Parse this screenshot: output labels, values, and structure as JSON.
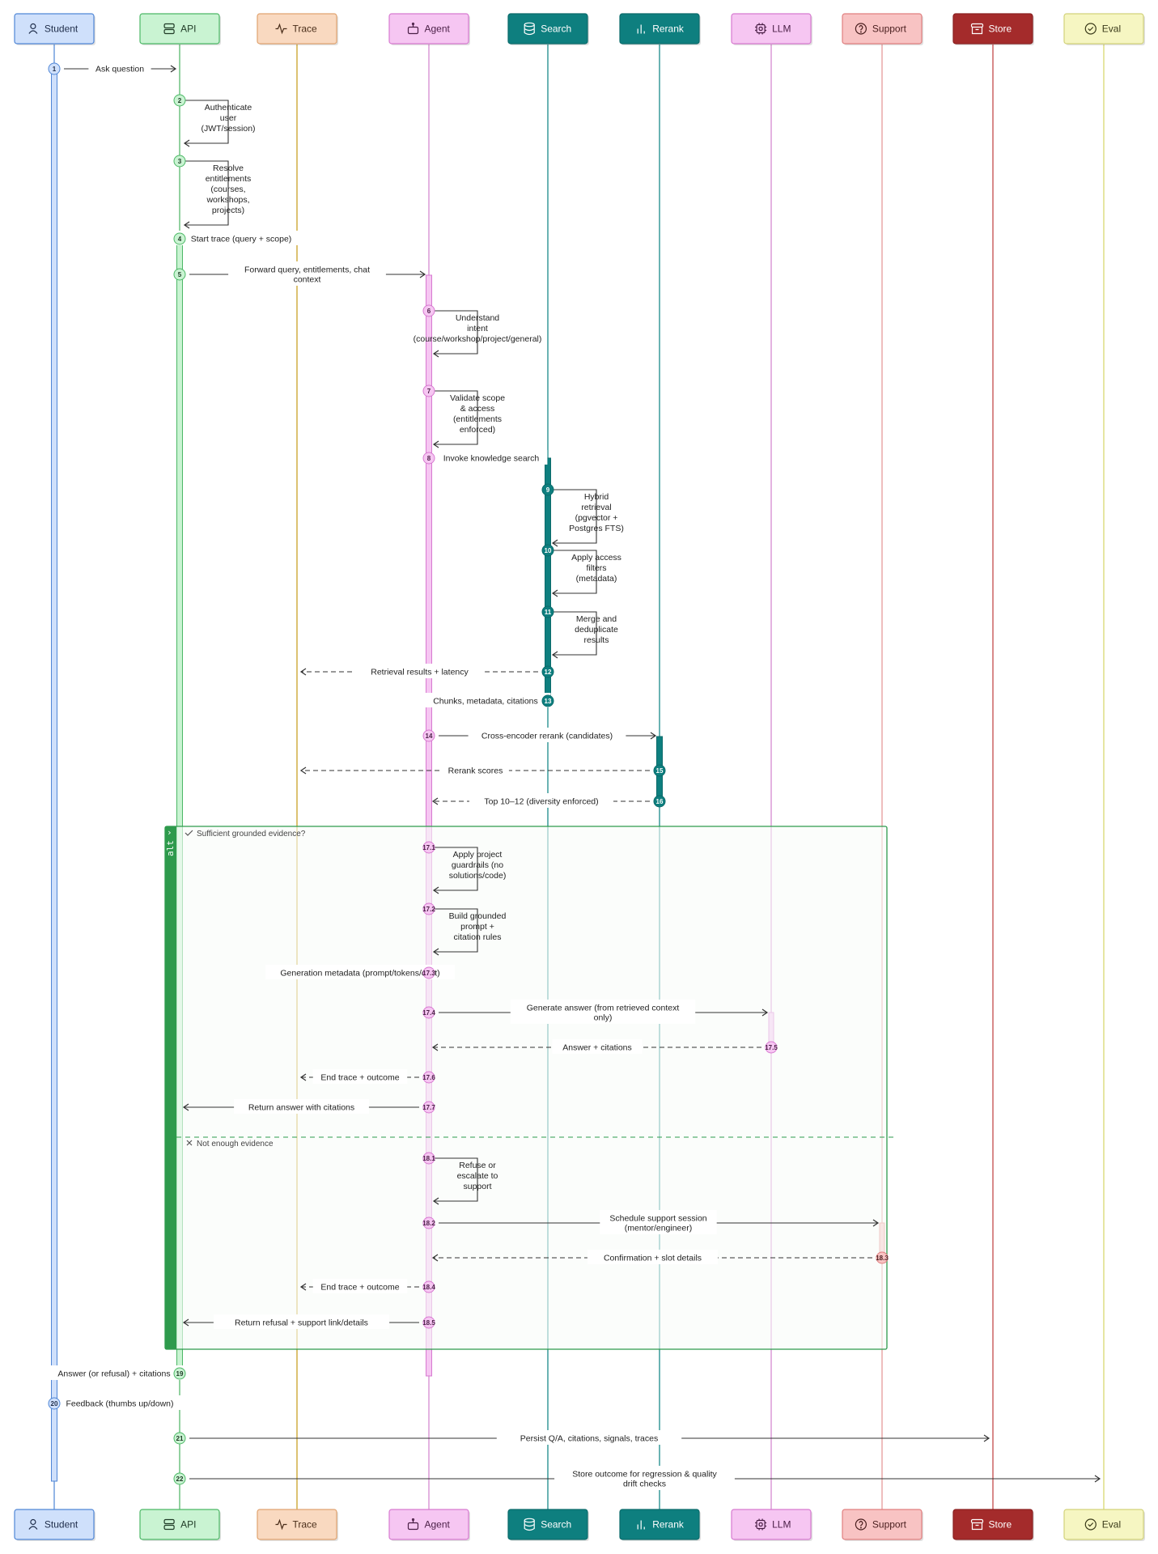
{
  "participants": [
    {
      "id": "student",
      "label": "Student",
      "icon": "user-icon",
      "fill": "#cfe0fb",
      "stroke": "#4f86d6",
      "text": "#1f2d4a",
      "line": "#5b8fd8"
    },
    {
      "id": "api",
      "label": "API",
      "icon": "server-icon",
      "fill": "#c9f3d2",
      "stroke": "#4cb866",
      "text": "#1f3a26",
      "line": "#57b86c"
    },
    {
      "id": "trace",
      "label": "Trace",
      "icon": "activity-icon",
      "fill": "#f9d9c0",
      "stroke": "#e0a36f",
      "text": "#4a2e1a",
      "line": "#c9a227"
    },
    {
      "id": "agent",
      "label": "Agent",
      "icon": "bot-icon",
      "fill": "#f6c6f2",
      "stroke": "#d77ad0",
      "text": "#4a1f46",
      "line": "#d68ad1"
    },
    {
      "id": "search",
      "label": "Search",
      "icon": "database-icon",
      "fill": "#0e7f7f",
      "stroke": "#0b6b6b",
      "text": "#ffffff",
      "line": "#1a8a8a"
    },
    {
      "id": "rerank",
      "label": "Rerank",
      "icon": "bar-chart-icon",
      "fill": "#0e7f7f",
      "stroke": "#0b6b6b",
      "text": "#ffffff",
      "line": "#1a8a8a"
    },
    {
      "id": "llm",
      "label": "LLM",
      "icon": "cpu-icon",
      "fill": "#f6c6f2",
      "stroke": "#d77ad0",
      "text": "#4a1f46",
      "line": "#d68ad1"
    },
    {
      "id": "support",
      "label": "Support",
      "icon": "help-circle-icon",
      "fill": "#f8c3c3",
      "stroke": "#e07f7f",
      "text": "#4a1f1f",
      "line": "#e59a9a"
    },
    {
      "id": "store",
      "label": "Store",
      "icon": "archive-icon",
      "fill": "#a42b2b",
      "stroke": "#8a2020",
      "text": "#ffffff",
      "line": "#c24a4a"
    },
    {
      "id": "eval",
      "label": "Eval",
      "icon": "check-circle-icon",
      "fill": "#f6f6c2",
      "stroke": "#d2d27a",
      "text": "#3a3a1a",
      "line": "#d8d870"
    }
  ],
  "messages": [
    {
      "n": "1",
      "from": "student",
      "to": "api",
      "label": "Ask question",
      "style": "solid"
    },
    {
      "n": "2",
      "from": "api",
      "to": "api",
      "label": "Authenticate user (JWT/session)",
      "style": "self"
    },
    {
      "n": "3",
      "from": "api",
      "to": "api",
      "label": "Resolve entitlements (courses, workshops, projects)",
      "style": "self"
    },
    {
      "n": "4",
      "from": "api",
      "to": "trace",
      "label": "Start trace (query + scope)",
      "style": "async"
    },
    {
      "n": "5",
      "from": "api",
      "to": "agent",
      "label": "Forward query, entitlements, chat context",
      "style": "solid"
    },
    {
      "n": "6",
      "from": "agent",
      "to": "agent",
      "label": "Understand intent (course/workshop/project/general)",
      "style": "self"
    },
    {
      "n": "7",
      "from": "agent",
      "to": "agent",
      "label": "Validate scope & access (entitlements enforced)",
      "style": "self"
    },
    {
      "n": "8",
      "from": "agent",
      "to": "search",
      "label": "Invoke knowledge search",
      "style": "async"
    },
    {
      "n": "9",
      "from": "search",
      "to": "search",
      "label": "Hybrid retrieval (pgvector + Postgres FTS)",
      "style": "self"
    },
    {
      "n": "10",
      "from": "search",
      "to": "search",
      "label": "Apply access filters (metadata)",
      "style": "self"
    },
    {
      "n": "11",
      "from": "search",
      "to": "search",
      "label": "Merge and deduplicate results",
      "style": "self"
    },
    {
      "n": "12",
      "from": "search",
      "to": "trace",
      "label": "Retrieval results + latency",
      "style": "dashed"
    },
    {
      "n": "13",
      "from": "search",
      "to": "agent",
      "label": "Chunks, metadata, citations",
      "style": "dashed"
    },
    {
      "n": "14",
      "from": "agent",
      "to": "rerank",
      "label": "Cross-encoder rerank (candidates)",
      "style": "solid"
    },
    {
      "n": "15",
      "from": "rerank",
      "to": "trace",
      "label": "Rerank scores",
      "style": "dashed"
    },
    {
      "n": "16",
      "from": "rerank",
      "to": "agent",
      "label": "Top 10–12 (diversity enforced)",
      "style": "dashed"
    },
    {
      "n": "17.1",
      "from": "agent",
      "to": "agent",
      "label": "Apply project guardrails (no solutions/code)",
      "style": "self"
    },
    {
      "n": "17.2",
      "from": "agent",
      "to": "agent",
      "label": "Build grounded prompt + citation rules",
      "style": "self"
    },
    {
      "n": "17.3",
      "from": "agent",
      "to": "trace",
      "label": "Generation metadata (prompt/tokens/cost)",
      "style": "dashed"
    },
    {
      "n": "17.4",
      "from": "agent",
      "to": "llm",
      "label": "Generate answer (from retrieved context only)",
      "style": "solid"
    },
    {
      "n": "17.5",
      "from": "llm",
      "to": "agent",
      "label": "Answer + citations",
      "style": "dashed"
    },
    {
      "n": "17.6",
      "from": "agent",
      "to": "trace",
      "label": "End trace + outcome",
      "style": "dashed"
    },
    {
      "n": "17.7",
      "from": "agent",
      "to": "api",
      "label": "Return answer with citations",
      "style": "solid"
    },
    {
      "n": "18.1",
      "from": "agent",
      "to": "agent",
      "label": "Refuse or escalate to support",
      "style": "self"
    },
    {
      "n": "18.2",
      "from": "agent",
      "to": "support",
      "label": "Schedule support session (mentor/engineer)",
      "style": "solid"
    },
    {
      "n": "18.3",
      "from": "support",
      "to": "agent",
      "label": "Confirmation + slot details",
      "style": "dashed"
    },
    {
      "n": "18.4",
      "from": "agent",
      "to": "trace",
      "label": "End trace + outcome",
      "style": "dashed"
    },
    {
      "n": "18.5",
      "from": "agent",
      "to": "api",
      "label": "Return refusal + support link/details",
      "style": "solid"
    },
    {
      "n": "19",
      "from": "api",
      "to": "student",
      "label": "Answer (or refusal) + citations",
      "style": "dashed"
    },
    {
      "n": "20",
      "from": "student",
      "to": "api",
      "label": "Feedback (thumbs up/down)",
      "style": "async"
    },
    {
      "n": "21",
      "from": "api",
      "to": "store",
      "label": "Persist Q/A, citations, signals, traces",
      "style": "solid"
    },
    {
      "n": "22",
      "from": "api",
      "to": "eval",
      "label": "Store outcome for regression & quality drift checks",
      "style": "solid"
    }
  ],
  "alt_fragment": {
    "keyword": "alt",
    "keyword_color": "#2e9a4c",
    "branch_1": "Sufficient grounded evidence?",
    "branch_2": "Not enough evidence"
  }
}
